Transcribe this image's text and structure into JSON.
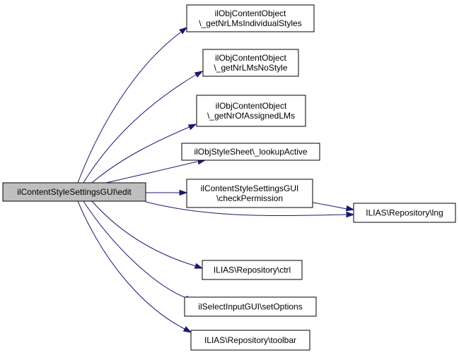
{
  "nodes": {
    "root": {
      "lines": [
        "ilContentStyleSettingsGUI\\edit"
      ]
    },
    "n1": {
      "lines": [
        "ilObjContentObject",
        "\\_getNrLMsIndividualStyles"
      ]
    },
    "n2": {
      "lines": [
        "ilObjContentObject",
        "\\_getNrLMsNoStyle"
      ]
    },
    "n3": {
      "lines": [
        "ilObjContentObject",
        "\\_getNrOfAssignedLMs"
      ]
    },
    "n4": {
      "lines": [
        "ilObjStyleSheet\\_lookupActive"
      ]
    },
    "n5": {
      "lines": [
        "ilContentStyleSettingsGUI",
        "\\checkPermission"
      ]
    },
    "n6": {
      "lines": [
        "ILIAS\\Repository\\lng"
      ]
    },
    "n7": {
      "lines": [
        "ILIAS\\Repository\\ctrl"
      ]
    },
    "n8": {
      "lines": [
        "ilSelectInputGUI\\setOptions"
      ]
    },
    "n9": {
      "lines": [
        "ILIAS\\Repository\\toolbar"
      ]
    }
  },
  "edges": [
    {
      "from": "root",
      "to": "n1"
    },
    {
      "from": "root",
      "to": "n2"
    },
    {
      "from": "root",
      "to": "n3"
    },
    {
      "from": "root",
      "to": "n4"
    },
    {
      "from": "root",
      "to": "n5"
    },
    {
      "from": "root",
      "to": "n6"
    },
    {
      "from": "root",
      "to": "n7"
    },
    {
      "from": "root",
      "to": "n8"
    },
    {
      "from": "root",
      "to": "n9"
    },
    {
      "from": "n5",
      "to": "n6"
    }
  ],
  "colors": {
    "edge": "#191970",
    "root_fill": "#bfbfbf",
    "node_fill": "#ffffff",
    "border": "#000000"
  }
}
